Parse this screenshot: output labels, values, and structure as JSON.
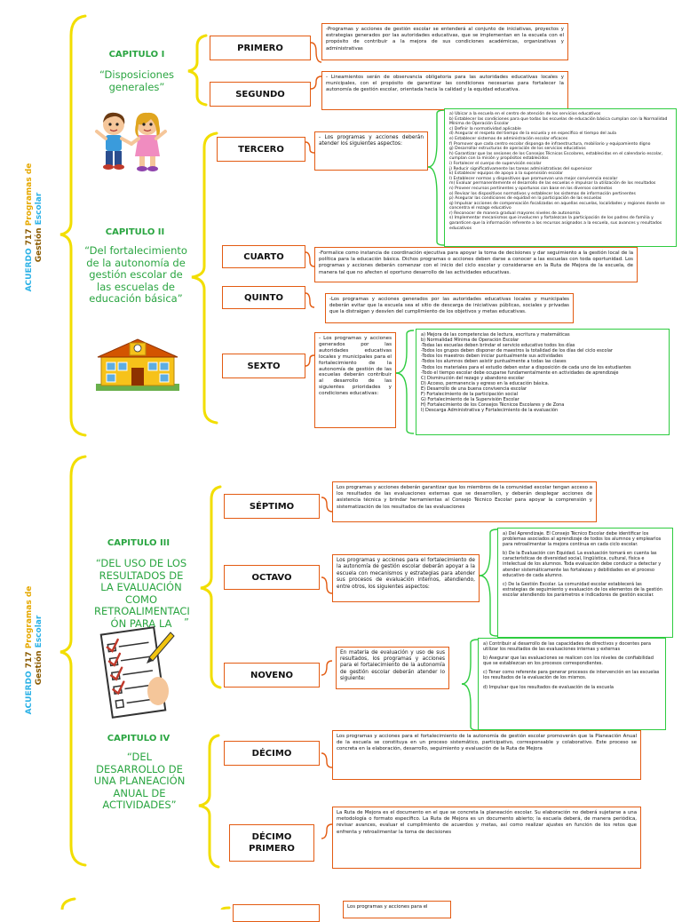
{
  "side_titles": [
    {
      "acuerdo": "ACUERDO",
      "num": "717",
      "programas": "Programas de",
      "gestion": "Gestión",
      "escolar": "Escolar"
    },
    {
      "acuerdo": "ACUERDO",
      "num": "717",
      "programas": "Programas de",
      "gestion": "Gestión",
      "escolar": "Escolar"
    }
  ],
  "chapters": [
    {
      "title": "CAPITULO I",
      "desc": "“Disposiciones generales”"
    },
    {
      "title": "CAPITULO II",
      "desc": "“Del fortalecimiento de la autonomía de gestión escolar de las escuelas de educación básica”"
    },
    {
      "title": "CAPITULO III",
      "desc": "“DEL USO DE LOS RESULTADOS DE LA EVALUACIÓN COMO RETROALIMENTACI ÓN PARA LA"
    },
    {
      "title": "CAPITULO IV",
      "desc": "“DEL DESARROLLO DE UNA PLANEACIÓN ANUAL DE ACTIVIDADES”"
    }
  ],
  "chapter3_tail": "”",
  "sections": {
    "primero": {
      "label": "PRIMERO",
      "text": "-Programas y acciones de gestión escolar se entenderá al conjunto de iniciativas, proyectos y estrategias generados por las autoridades educativas, que se implementan en la escuela con el propósito de contribuir a la mejora de sus condiciones académicas, organizativas y administrativas"
    },
    "segundo": {
      "label": "SEGUNDO",
      "text": "- Lineamientos serán de observancia obligatoria para las autoridades educativas locales y municipales, con el propósito de garantizar las condiciones necesarias para fortalecer la autonomía de gestión escolar, orientada hacia la calidad y la equidad educativa."
    },
    "tercero": {
      "label": "TERCERO",
      "text": "- Los programas y acciones deberán atender los siguientes aspectos:"
    },
    "cuarto": {
      "label": "CUARTO",
      "text": "-Formalice como instancia de coordinación ejecutiva para apoyar la toma de decisiones y dar seguimiento a la gestión local de la política para la educación básica. Dichos programas o acciones deben darse a conocer a las escuelas con toda oportunidad. Los programas y acciones deberán comenzar con el inicio del ciclo escolar y considerarse en la Ruta de Mejora de la escuela, de manera tal que no afecten el oportuno desarrollo de las actividades educativas."
    },
    "quinto": {
      "label": "QUINTO",
      "text": "-Los programas y acciones generados por las autoridades educativas locales y municipales deberán evitar que la escuela sea el sitio de descarga de iniciativas públicas, sociales y privadas que la distraigan y desvíen del cumplimiento de los objetivos y metas educativas."
    },
    "sexto": {
      "label": "SEXTO",
      "text": "- Los programas y acciones generados por las autoridades educativas locales y municipales para el fortalecimiento de la autonomía de gestión de las escuelas deberán contribuir al desarrollo de las siguientes prioridades y condiciones educativas:"
    },
    "septimo": {
      "label": "SÉPTIMO",
      "text": "Los programas y acciones deberán garantizar que los miembros de la comunidad escolar tengan acceso a los resultados de las evaluaciones externas que se desarrollen, y deberán desplegar acciones de asistencia técnica y brindar herramientas al Consejo Técnico Escolar para apoyar la comprensión y sistematización de los resultados de las evaluaciones"
    },
    "octavo": {
      "label": "OCTAVO",
      "text": "Los programas y acciones para el fortalecimiento de la autonomía de gestión escolar deberán apoyar a la escuela con mecanismos y estrategias para atender sus procesos de evaluación internos, atendiendo, entre otros, los siguientes aspectos:"
    },
    "noveno": {
      "label": "NOVENO",
      "text": "En materia de evaluación y uso de sus resultados, los programas y acciones para el fortalecimiento de la autonomía de gestión escolar deberán atender lo siguiente:"
    },
    "decimo": {
      "label": "DÉCIMO",
      "text": "Los programas y acciones para el fortalecimiento de la autonomía de gestión escolar promoverán que la Planeación Anual de la escuela se constituya en un proceso sistemático, participativo, corresponsable y colaborativo. Este proceso se concreta en la elaboración, desarrollo, seguimiento y evaluación de la Ruta de Mejora"
    },
    "decimo_primero": {
      "label": "DÉCIMO PRIMERO",
      "text": "La Ruta de Mejora es el documento en el que se concreta la planeación escolar. Su elaboración no deberá sujetarse a una metodología o formato específico. La Ruta de Mejora es un documento abierto; la escuela deberá, de manera periódica, revisar avances, evaluar el cumplimiento de acuerdos y metas, así como realizar ajustes en función de los retos que enfrenta y retroalimentar la toma de decisiones"
    },
    "cut_bottom": {
      "text": "Los programas y acciones para el"
    }
  },
  "tercero_list": [
    "a) Ubicar a la escuela en el centro de atención de los servicios educativos",
    "b) Establecer las condiciones para que todas las escuelas de educación básica cumplan con la Normalidad Mínima de Operación Escolar",
    "c) Definir la normatividad aplicable",
    "d) Asegurar el respeto del tiempo de la escuela y en específico el tiempo del aula",
    "e) Establecer sistemas de administración escolar eficaces",
    "f) Promover que cada centro escolar disponga de infraestructura, mobiliario y equipamiento digno",
    "g) Desarrollar estructuras de operación de los servicios educativos",
    "h) Garantizar que las sesiones de los Consejos Técnicos Escolares, establecidas en el calendario escolar, cumplan con la misión y propósitos establecidos",
    "i) Fortalecer el cuerpo de supervisión escolar",
    "j) Reducir significativamente las tareas administrativas del supervisor",
    "k) Establecer equipos de apoyo a la supervisión escolar",
    "l) Establecer normas y dispositivos que promuevan una mejor convivencia escolar",
    "m) Evaluar permanentemente el desarrollo de las escuelas e impulsar la utilización de los resultados",
    "n) Proveer recursos pertinentes y oportunos con base en los diversos contextos",
    "o) Revisar los dispositivos normativos y establecer los sistemas de información pertinentes",
    "p) Asegurar las condiciones de equidad en la participación de las escuelas",
    "q) Impulsar acciones de compensación focalizadas en aquellas escuelas, localidades y regiones donde se concentra el rezago educativo",
    "r) Reconocer de manera gradual mayores niveles de autonomía",
    "s) Implementar mecanismos que involucren y fortalezcan la participación de los padres de familia y garanticen que la información referente a los recursos asignados a la escuela, sus avances y resultados educativos"
  ],
  "sexto_list": [
    "a) Mejora de las competencias de lectura, escritura y matemáticas",
    "b) Normalidad Mínima de Operación Escolar",
    "-Todas las escuelas deben brindar el servicio educativo todos los días",
    "-Todos los grupos deben disponer de maestros la totalidad de los días del ciclo escolar",
    "-Todos los maestros deben iniciar puntualmente sus actividades",
    "-Todos los alumnos deben asistir puntualmente a todas las clases",
    "-Todos los materiales para el estudio deben estar a disposición de cada uno de los estudiantes",
    "-Todo el tiempo escolar debe ocuparse fundamentalmente en actividades de aprendizaje",
    "C) Disminución del rezago y abandono escolar",
    "D) Acceso, permanencia y egreso en la educación básica.",
    "E) Desarrollo de una buena convivencia escolar",
    "F) Fortalecimiento de la participación social",
    "G) Fortalecimiento de la Supervisión Escolar",
    "H) Fortalecimiento de los Consejos Técnicos Escolares y de Zona",
    "I) Descarga Administrativa y Fortalecimiento de la evaluación"
  ],
  "octavo_list": [
    "a) Del Aprendizaje. El Consejo Técnico Escolar debe identificar los problemas asociados al aprendizaje de todos los alumnos y emplearlos para retroalimentar la mejora continua en cada ciclo escolar.",
    "b) De la Evaluación con Equidad. La evaluación tomará en cuenta las características de diversidad social, lingüística, cultural, física e intelectual de los alumnos. Toda evaluación debe conducir a detectar y atender sistemáticamente las fortalezas y debilidades en el proceso educativo de cada alumno.",
    "c) De la Gestión Escolar. La comunidad escolar establecerá las estrategias de seguimiento y evaluación de los elementos de la gestión escolar atendiendo los parámetros e indicadores de gestión escolar."
  ],
  "noveno_list": [
    "a) Contribuir al desarrollo de las capacidades de directivos y docentes para utilizar los resultados de las evaluaciones internas y externas",
    "b) Asegurar que las evaluaciones se realicen con los niveles de confiabilidad que se establezcan en los procesos correspondientes.",
    "c) Tener como referente para generar procesos de intervención en las escuelas los resultados de la evaluación de los mismos.",
    "d) Impulsar que los resultados de evaluación de la escuela"
  ],
  "illustrations": [
    "children-icon",
    "school-building-icon",
    "checklist-clipboard-icon"
  ]
}
